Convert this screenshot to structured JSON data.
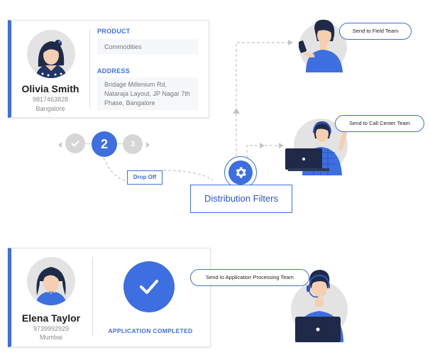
{
  "card_top": {
    "name": "Olivia Smith",
    "phone": "9817463828",
    "city": "Bangalore",
    "product_label": "PRODUCT",
    "product_value": "Commodities",
    "address_label": "ADDRESS",
    "address_value": "Bridage Millenium Rd, Nataraja Layout, JP Nagar 7th Phase, Bangalore"
  },
  "stepper": {
    "step1_icon": "check-icon",
    "step2_label": "2",
    "step3_label": "3"
  },
  "drop_off_label": "Drop Off",
  "filters": {
    "icon": "gear-icon",
    "label": "Distribution Filters"
  },
  "teams": {
    "field": "Send to Field Team",
    "call_center": "Send to Call Center Team",
    "application": "Send to Application Processing Team"
  },
  "card_bottom": {
    "name": "Elena Taylor",
    "phone": "9739992929",
    "city": "Mumbai",
    "status_icon": "check-icon",
    "status_label": "APPLICATION COMPLETED"
  },
  "colors": {
    "accent": "#3d6fe0",
    "avatar_bg": "#e3e3e3",
    "step_inactive": "#d6d6d6"
  }
}
